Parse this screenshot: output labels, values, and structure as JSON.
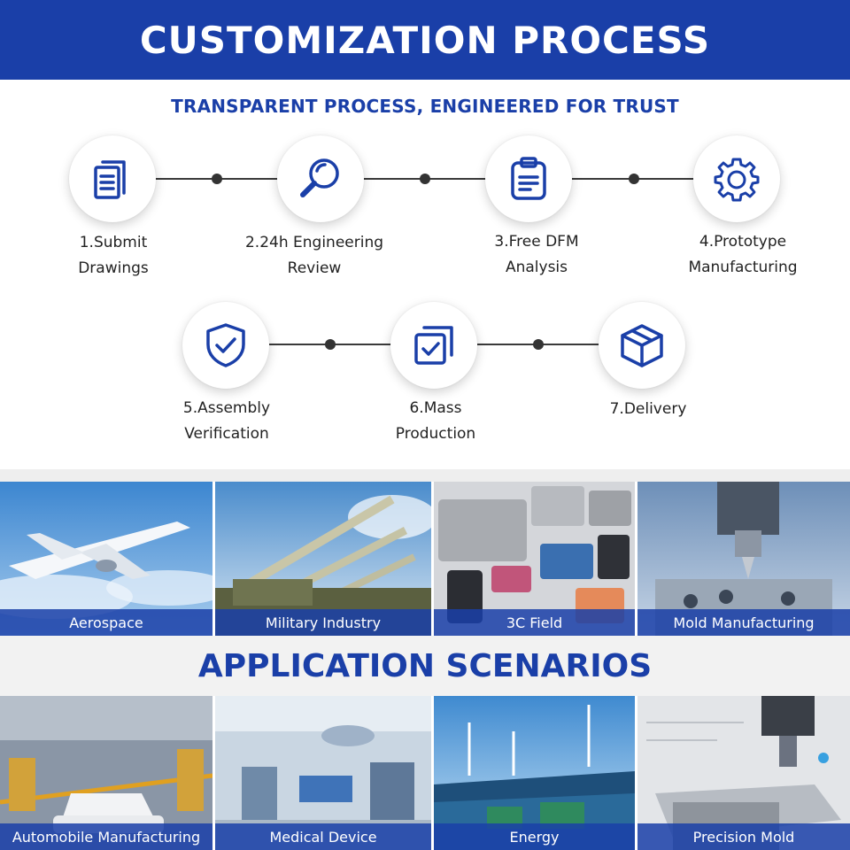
{
  "header": {
    "title": "CUSTOMIZATION PROCESS"
  },
  "process": {
    "subtitle": "TRANSPARENT PROCESS, ENGINEERED FOR TRUST",
    "steps": [
      {
        "line1": "1.Submit",
        "line2": "Drawings",
        "icon": "documents-icon"
      },
      {
        "line1": "2.24h Engineering",
        "line2": "Review",
        "icon": "magnifier-icon"
      },
      {
        "line1": "3.Free DFM",
        "line2": "Analysis",
        "icon": "clipboard-icon"
      },
      {
        "line1": "4.Prototype",
        "line2": "Manufacturing",
        "icon": "gear-icon"
      },
      {
        "line1": "5.Assembly",
        "line2": "Verification",
        "icon": "shield-check-icon"
      },
      {
        "line1": "6.Mass",
        "line2": "Production",
        "icon": "stacked-checkbox-icon"
      },
      {
        "line1": "7.Delivery",
        "line2": "",
        "icon": "box-icon"
      }
    ]
  },
  "applications": {
    "title": "APPLICATION SCENARIOS",
    "top_row": [
      "Aerospace",
      "Military Industry",
      "3C Field",
      "Mold Manufacturing"
    ],
    "bottom_row": [
      "Automobile  Manufacturing",
      "Medical Device",
      "Energy",
      "Precision Mold"
    ]
  },
  "colors": {
    "brand_blue": "#1a3fa8",
    "connector": "#3a3a3a",
    "text": "#222222"
  }
}
